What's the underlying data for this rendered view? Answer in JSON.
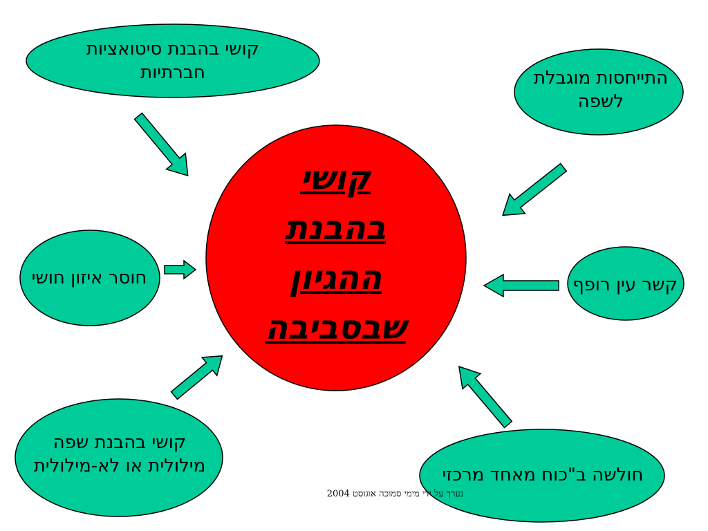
{
  "colors": {
    "bubble_fill": "#00cc99",
    "center_fill": "#ff0000",
    "outline": "#000000"
  },
  "center": {
    "lines": [
      "קושי",
      "בהבנת",
      "ההגיון",
      "שבסביבה"
    ]
  },
  "bubbles": {
    "top_left": {
      "lines": [
        "קושי בהבנת סיטואציות",
        "חברתיות"
      ]
    },
    "top_right": {
      "lines": [
        "התייחסות מוגבלת",
        "לשפה"
      ]
    },
    "middle_left": {
      "lines": [
        "חוסר איזון חושי"
      ]
    },
    "middle_right": {
      "lines": [
        "קשר עין רופף"
      ]
    },
    "bottom_left": {
      "lines": [
        "קושי בהבנת שפה",
        "מילולית או לא-מילולית"
      ]
    },
    "bottom_right": {
      "lines": [
        "חולשה ב\"כוח מאחד מרכזי"
      ]
    }
  },
  "footer": {
    "credit": "נערך על ידי מימי סמוכה אוגוסט  2004"
  }
}
